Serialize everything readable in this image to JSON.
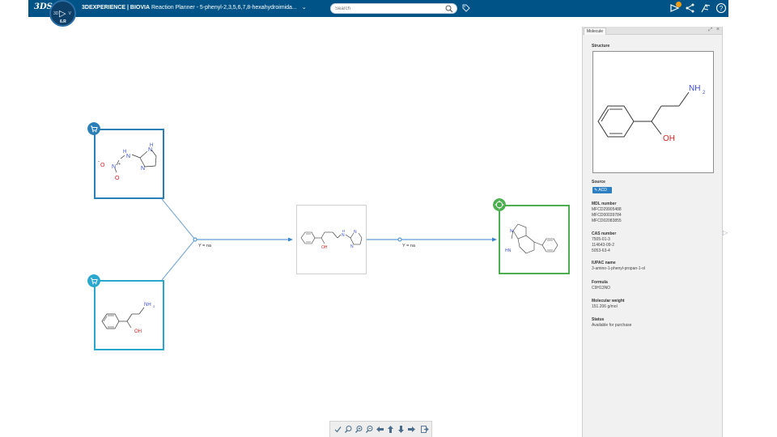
{
  "topbar": {
    "logo": "3DS",
    "compass_left": "3D",
    "compass_right": "V",
    "compass_version": "6.R",
    "brand": "3DEXPERIENCE | BIOVIA",
    "app_title": "Reaction Planner - 5-phenyl-2,3,5,6,7,8-hexahydroimida...",
    "search_placeholder": "Search",
    "notification_count": "1"
  },
  "canvas": {
    "reactant_top": {
      "label_minus": "-",
      "label_O1": "O",
      "label_N1": "N",
      "label_plus": "+",
      "label_N2": "N",
      "label_H": "H",
      "label_O2": "O",
      "label_N3": "N",
      "label_N4": "N",
      "label_H2": "H"
    },
    "reactant_bottom": {
      "label_NH2": "NH",
      "label_NH2_sub": "2",
      "label_OH": "OH"
    },
    "intermediate": {
      "label_H": "H",
      "label_N1": "N",
      "label_N2": "N",
      "label_N3": "N",
      "label_OH": "OH"
    },
    "product": {
      "label_N": "N",
      "label_HN": "HN"
    },
    "reaction1_yield": "Y = na",
    "reaction2_yield": "Y = na"
  },
  "panel": {
    "tab": "Molecule",
    "structure_title": "Structure",
    "structure_labels": {
      "nh": "NH",
      "nh_sub": "2",
      "oh": "OH"
    },
    "source_title": "Source",
    "source_badge": "ACD",
    "mdl_title": "MDL number",
    "mdl_values": [
      "MFCD29905488",
      "MFCD00039784",
      "MFCD02083855"
    ],
    "cas_title": "CAS number",
    "cas_values": [
      "7505-01-3",
      "114643-09-2",
      "5053-63-4"
    ],
    "iupac_title": "IUPAC name",
    "iupac_value": "3-amino-1-phenyl-propan-1-ol",
    "formula_title": "Formula",
    "formula_value": "C9H13NO",
    "mw_title": "Molecular weight",
    "mw_value": "151.206 g/mol",
    "status_title": "Status",
    "status_value": "Available for purchase"
  },
  "colors": {
    "topbar": "#005386",
    "reactant_border": "#29a7cf",
    "reactant_border_top": "#2b7fb8",
    "product_border": "#4caf50",
    "arrow": "#3b86c8",
    "nitrogen": "#3b4bd4",
    "oxygen": "#d42020"
  },
  "icons": {
    "cart": "shopping-cart-icon",
    "target": "crosshair-target-icon",
    "search": "magnifier-icon",
    "tag": "tag-icon",
    "share": "share-icon",
    "compass": "compass-icon",
    "help": "help-icon"
  }
}
